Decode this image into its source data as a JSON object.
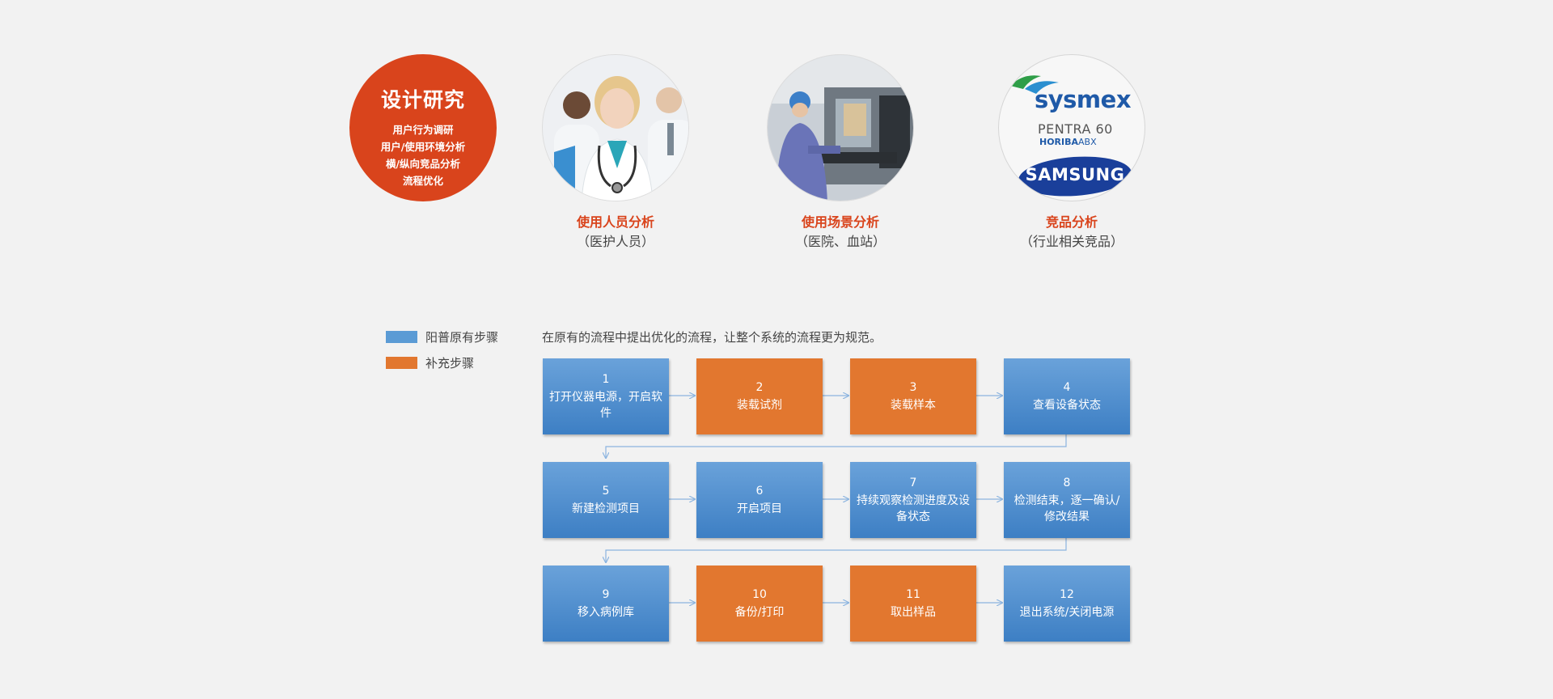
{
  "research": {
    "title": "设计研究",
    "items": [
      "用户行为调研",
      "用户/使用环境分析",
      "横/纵向竞品分析",
      "流程优化"
    ]
  },
  "analysis": [
    {
      "title": "使用人员分析",
      "subtitle": "（医护人员）"
    },
    {
      "title": "使用场景分析",
      "subtitle": "（医院、血站）"
    },
    {
      "title": "竞品分析",
      "subtitle": "（行业相关竞品）"
    }
  ],
  "logos": {
    "sysmex": "sysmex",
    "pentra": "PENTRA 60",
    "horiba": "HORIBA",
    "horiba_suffix": "ABX",
    "samsung": "SAMSUNG"
  },
  "legend": [
    {
      "label": "阳普原有步骤",
      "color": "#5b9bd5"
    },
    {
      "label": "补充步骤",
      "color": "#e2772f"
    }
  ],
  "intro": "在原有的流程中提出优化的流程，让整个系统的流程更为规范。",
  "colors": {
    "accent": "#d9441c",
    "blue": "#4a8bcf",
    "orange": "#e2772f",
    "connector": "#8bb4e0"
  },
  "steps": [
    {
      "num": "1",
      "label": "打开仪器电源，开启软件",
      "kind": "blue"
    },
    {
      "num": "2",
      "label": "装载试剂",
      "kind": "orange"
    },
    {
      "num": "3",
      "label": "装载样本",
      "kind": "orange"
    },
    {
      "num": "4",
      "label": "查看设备状态",
      "kind": "blue"
    },
    {
      "num": "5",
      "label": "新建检测项目",
      "kind": "blue"
    },
    {
      "num": "6",
      "label": "开启项目",
      "kind": "blue"
    },
    {
      "num": "7",
      "label": "持续观察检测进度及设备状态",
      "kind": "blue"
    },
    {
      "num": "8",
      "label": "检测结束，逐一确认/修改结果",
      "kind": "blue"
    },
    {
      "num": "9",
      "label": "移入病例库",
      "kind": "blue"
    },
    {
      "num": "10",
      "label": "备份/打印",
      "kind": "orange"
    },
    {
      "num": "11",
      "label": "取出样品",
      "kind": "orange"
    },
    {
      "num": "12",
      "label": "退出系统/关闭电源",
      "kind": "blue"
    }
  ]
}
